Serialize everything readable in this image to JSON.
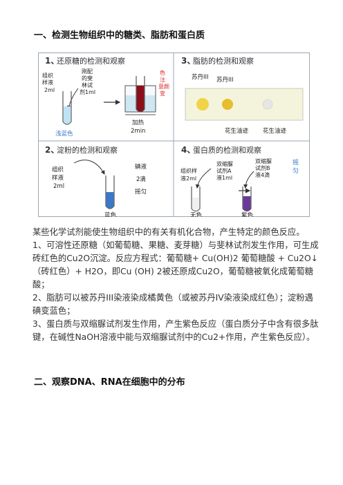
{
  "section1_heading": "一、检测生物组织中的糖类、脂肪和蛋白质",
  "figure": {
    "panel1": {
      "num": "1、",
      "title": "还原糖的检测和观察",
      "label_left": [
        "组织",
        "样液",
        "2ml"
      ],
      "label_mid": [
        "刚配",
        "的斐",
        "林试",
        "剂1ml"
      ],
      "label_red": [
        "色",
        "注",
        "意颜",
        "变"
      ],
      "caption_left": "浅蓝色",
      "caption_right": [
        "加热",
        "2min"
      ]
    },
    "panel2": {
      "num": "2、",
      "title": "淀粉的检测和观察",
      "label_left": [
        "组织",
        "样液",
        "2ml"
      ],
      "label_right": [
        "碘液",
        "2滴",
        "摇匀"
      ],
      "caption": "蓝色"
    },
    "panel3": {
      "num": "3、",
      "title": "脂肪的检测和观察",
      "dye1": "苏丹III",
      "dye2": "苏丹III",
      "caption1": "花生油迹",
      "caption2": "花生油迹"
    },
    "panel4": {
      "num": "4、",
      "title": "蛋白质的检测和观察",
      "label_left": [
        "组织样",
        "液2ml"
      ],
      "label_a": [
        "双缩脲",
        "试剂A",
        "液1ml"
      ],
      "label_b": [
        "双缩脲",
        "试剂B",
        "液4滴"
      ],
      "label_shake": [
        "摇",
        "匀"
      ],
      "caption_left": "无色",
      "caption_right": "紫色"
    },
    "colors": {
      "light_blue": "#bfe3f5",
      "blue": "#3a79c9",
      "dark_red": "#8a0f1a",
      "red_text": "#d22",
      "yellow": "#f2d348",
      "orange_yellow": "#e7bd2a",
      "purple": "#6a3a9a",
      "border": "#9aa6b2"
    }
  },
  "paragraphs": [
    "某些化学试剂能使生物组织中的有关有机化合物，产生特定的颜色反应。",
    "1、可溶性还原糖（如葡萄糖、果糖、麦芽糖）与斐林试剂发生作用，可生成砖红色的Cu2O沉淀。反应方程式：葡萄糖+ Cu(OH)2 葡萄糖酸 + Cu2O↓（砖红色）+ H2O，即Cu (OH) 2被还原成Cu2O，葡萄糖被氧化成葡萄糖酸；",
    "2、脂肪可以被苏丹III染液染成橘黄色（或被苏丹IV染液染成红色）；淀粉遇碘变蓝色；",
    "3、蛋白质与双缩脲试剂发生作用，产生紫色反应（蛋白质分子中含有很多肽键，在碱性NaOH溶液中能与双缩脲试剂中的Cu2+作用，产生紫色反应）。"
  ],
  "section2_heading": "二、观察DNA、RNA在细胞中的分布"
}
